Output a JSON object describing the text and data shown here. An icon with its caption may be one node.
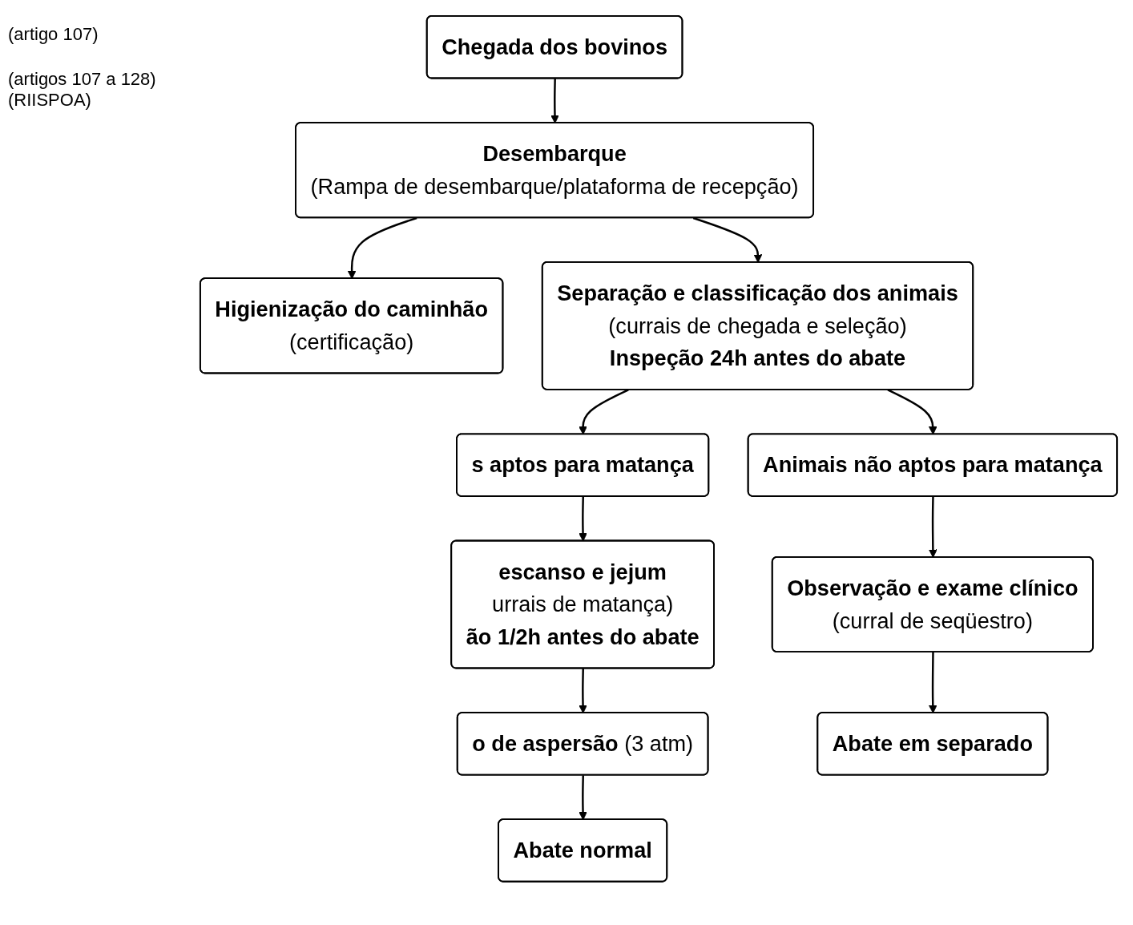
{
  "diagram": {
    "nodes": [
      {
        "text": [
          "Chegada dos bovinos"
        ]
      },
      {
        "text": [
          "Desembarque",
          "(Rampa de desembarque/plataforma de recepção)"
        ]
      },
      {
        "text": [
          "Higienização do caminhão",
          "(certificação)"
        ]
      },
      {
        "text": [
          "Separação e classificação dos animais",
          "(currais de chegada e seleção)",
          "Inspeção 24h antes do abate"
        ]
      },
      {
        "text": [
          "s aptos para matança"
        ]
      },
      {
        "text": [
          "Animais não aptos para matança"
        ]
      },
      {
        "text": [
          "escanso e jejum",
          "urrais de matança)",
          "ão 1/2h antes do abate"
        ]
      },
      {
        "text": [
          "Observação e exame clínico",
          "(curral de seqüestro)"
        ]
      },
      {
        "text": [
          "o de aspersão",
          "(3 atm)"
        ]
      },
      {
        "text": [
          "Abate em separado"
        ]
      },
      {
        "text": [
          "Abate normal"
        ]
      }
    ],
    "edges": [
      {
        "from": 0,
        "to": 1,
        "arrow": "to"
      },
      {
        "from": 1,
        "to": 2,
        "arrow": "to"
      },
      {
        "from": 1,
        "to": 3,
        "arrow": "to"
      },
      {
        "from": 3,
        "to": 4,
        "arrow": "to"
      },
      {
        "from": 3,
        "to": 5,
        "arrow": "to"
      },
      {
        "from": 4,
        "to": 6,
        "arrow": "to"
      },
      {
        "from": 5,
        "to": 7,
        "arrow": "to"
      },
      {
        "from": 6,
        "to": 8,
        "arrow": "to"
      },
      {
        "from": 7,
        "to": 9,
        "arrow": "to"
      },
      {
        "from": 8,
        "to": 10,
        "arrow": "to"
      }
    ],
    "labels": [
      "(artigo 107)",
      "(artigos 107 a 128) (RIISPOA)"
    ]
  }
}
